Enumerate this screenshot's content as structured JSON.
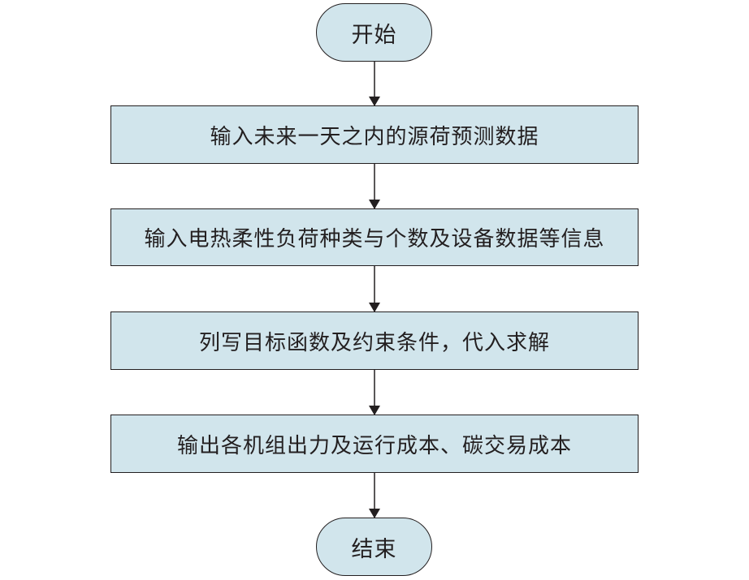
{
  "flowchart": {
    "start": "开始",
    "steps": [
      "输入未来一天之内的源荷预测数据",
      "输入电热柔性负荷种类与个数及设备数据等信息",
      "列写目标函数及约束条件，代入求解",
      "输出各机组出力及运行成本、碳交易成本"
    ],
    "end": "结束"
  },
  "colors": {
    "node_fill": "#d1e5ec",
    "stroke": "#231f20"
  }
}
